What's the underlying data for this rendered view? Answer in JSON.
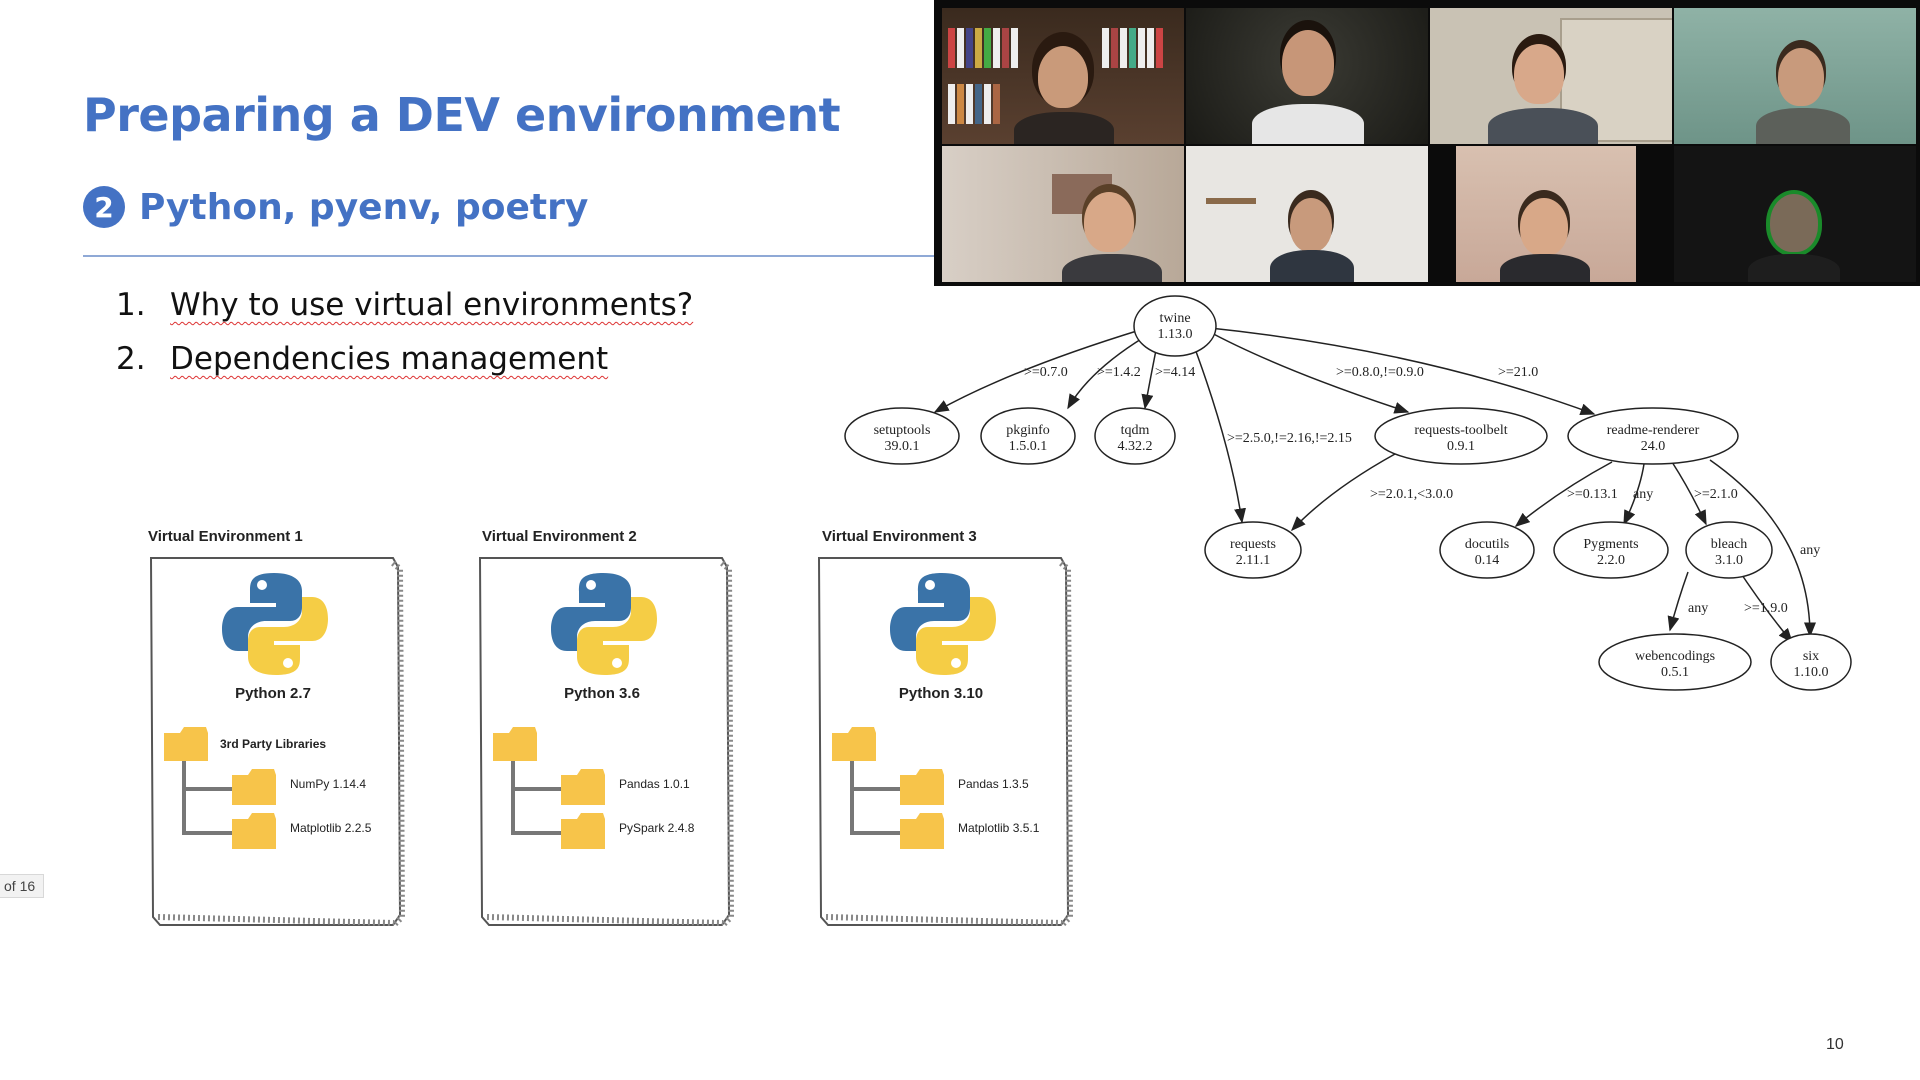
{
  "slide": {
    "title": "Preparing a DEV environment",
    "section_number": "2",
    "section_title": "Python, pyenv, poetry",
    "list": [
      {
        "num": "1.",
        "text": "Why to use virtual environments?"
      },
      {
        "num": "2.",
        "text": "Dependencies management"
      }
    ],
    "page_indicator": "of 16",
    "slide_number": "10"
  },
  "environments": [
    {
      "label": "Virtual Environment 1",
      "python": "Python 2.7",
      "folder_label": "3rd Party Libraries",
      "libs": [
        "NumPy 1.14.4",
        "Matplotlib 2.2.5"
      ]
    },
    {
      "label": "Virtual Environment 2",
      "python": "Python 3.6",
      "folder_label": "",
      "libs": [
        "Pandas 1.0.1",
        "PySpark 2.4.8"
      ]
    },
    {
      "label": "Virtual Environment 3",
      "python": "Python 3.10",
      "folder_label": "",
      "libs": [
        "Pandas 1.3.5",
        "Matplotlib 3.5.1"
      ]
    }
  ],
  "graph": {
    "nodes": {
      "twine": {
        "name": "twine",
        "version": "1.13.0"
      },
      "setuptools": {
        "name": "setuptools",
        "version": "39.0.1"
      },
      "pkginfo": {
        "name": "pkginfo",
        "version": "1.5.0.1"
      },
      "tqdm": {
        "name": "tqdm",
        "version": "4.32.2"
      },
      "requests_toolbelt": {
        "name": "requests-toolbelt",
        "version": "0.9.1"
      },
      "readme_renderer": {
        "name": "readme-renderer",
        "version": "24.0"
      },
      "requests": {
        "name": "requests",
        "version": "2.11.1"
      },
      "docutils": {
        "name": "docutils",
        "version": "0.14"
      },
      "pygments": {
        "name": "Pygments",
        "version": "2.2.0"
      },
      "bleach": {
        "name": "bleach",
        "version": "3.1.0"
      },
      "webencodings": {
        "name": "webencodings",
        "version": "0.5.1"
      },
      "six": {
        "name": "six",
        "version": "1.10.0"
      }
    },
    "edges": {
      "twine_setuptools": ">=0.7.0",
      "twine_pkginfo": ">=1.4.2",
      "twine_tqdm": ">=4.14",
      "twine_requests": ">=2.5.0,!=2.16,!=2.15",
      "twine_toolbelt": ">=0.8.0,!=0.9.0",
      "twine_readme": ">=21.0",
      "toolbelt_requests": ">=2.0.1,<3.0.0",
      "readme_docutils": ">=0.13.1",
      "readme_pygments": "any",
      "readme_bleach": ">=2.1.0",
      "readme_six": "any",
      "bleach_webencodings": "any",
      "bleach_six": ">=1.9.0"
    }
  },
  "colors": {
    "accent": "#4472c4",
    "speaking_outline": "#2ecc40",
    "python_blue": "#3a73a8",
    "python_yellow": "#f5cd45",
    "folder": "#f7c44a"
  }
}
